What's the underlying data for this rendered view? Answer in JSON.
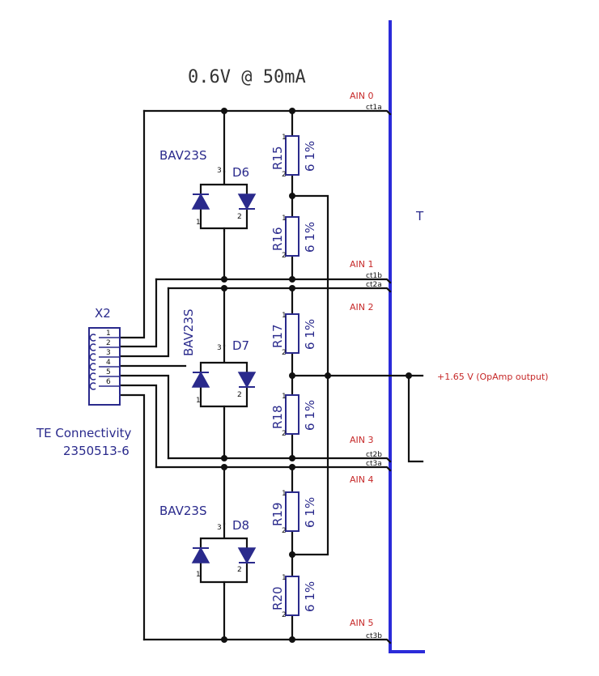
{
  "header": {
    "rating": "0.6V @ 50mA"
  },
  "connector": {
    "ref": "X2",
    "maker": "TE Connectivity",
    "part": "2350513-6",
    "pins": [
      "1",
      "2",
      "3",
      "4",
      "5",
      "6"
    ]
  },
  "diodes": [
    {
      "ref": "D6",
      "type": "BAV23S",
      "pin_common": "3",
      "pin_a": "1",
      "pin_b": "2"
    },
    {
      "ref": "D7",
      "type": "BAV23S",
      "pin_common": "3",
      "pin_a": "1",
      "pin_b": "2"
    },
    {
      "ref": "D8",
      "type": "BAV23S",
      "pin_common": "3",
      "pin_a": "1",
      "pin_b": "2"
    }
  ],
  "resistors": [
    {
      "ref": "R15",
      "value": "6 1%",
      "pin1": "1",
      "pin2": "2"
    },
    {
      "ref": "R16",
      "value": "6 1%",
      "pin1": "1",
      "pin2": "2"
    },
    {
      "ref": "R17",
      "value": "6 1%",
      "pin1": "1",
      "pin2": "2"
    },
    {
      "ref": "R18",
      "value": "6 1%",
      "pin1": "1",
      "pin2": "2"
    },
    {
      "ref": "R19",
      "value": "6 1%",
      "pin1": "1",
      "pin2": "2"
    },
    {
      "ref": "R20",
      "value": "6 1%",
      "pin1": "1",
      "pin2": "2"
    }
  ],
  "nets": [
    "ct1a",
    "ct1b",
    "ct2a",
    "ct2b",
    "ct3a",
    "ct3b"
  ],
  "annotations": {
    "ain": [
      "AIN 0",
      "AIN 1",
      "AIN 2",
      "AIN 3",
      "AIN 4",
      "AIN 5"
    ],
    "opamp": "+1.65 V (OpAmp output)"
  },
  "sheet_ref": "T",
  "colors": {
    "bus": "#2b2bd9",
    "component": "#2a2a8c",
    "annotation": "#c62828",
    "wire": "#111111"
  }
}
